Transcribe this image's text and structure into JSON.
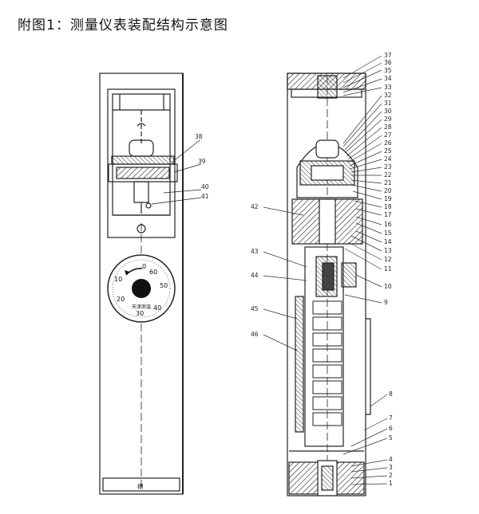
{
  "title": "附图1：测量仪表装配结构示意图",
  "left_labels": [
    "38",
    "39",
    "40",
    "41"
  ],
  "right_top_labels": [
    "37",
    "36",
    "35",
    "34",
    "33",
    "32",
    "31",
    "30",
    "29",
    "28",
    "27",
    "26",
    "25",
    "24",
    "23",
    "22",
    "21",
    "20",
    "19",
    "18",
    "17",
    "16",
    "15",
    "14",
    "13",
    "12",
    "11"
  ],
  "right_side_labels": [
    "10",
    "9",
    "8",
    "7",
    "6",
    "5",
    "4",
    "3",
    "2",
    "1"
  ],
  "right_left_labels": [
    "42",
    "43",
    "44",
    "45",
    "46"
  ],
  "dial": {
    "numbers": [
      "0",
      "60",
      "50",
      "40",
      "30",
      "20",
      "10"
    ],
    "inscription": "天津测温"
  },
  "left_bottom_mark": "標"
}
